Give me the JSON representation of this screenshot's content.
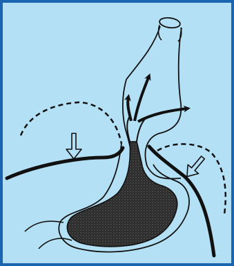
{
  "figure": {
    "colors": {
      "frame": "#1a64b0",
      "background": "#b3e0f4",
      "ink": "#111111",
      "contents": "#3a3a3a"
    },
    "elements": [
      "esophagus",
      "stomach",
      "gastric-contents",
      "reflux-arrows",
      "diaphragm",
      "pressure-arrows",
      "dashed-arcs"
    ]
  }
}
